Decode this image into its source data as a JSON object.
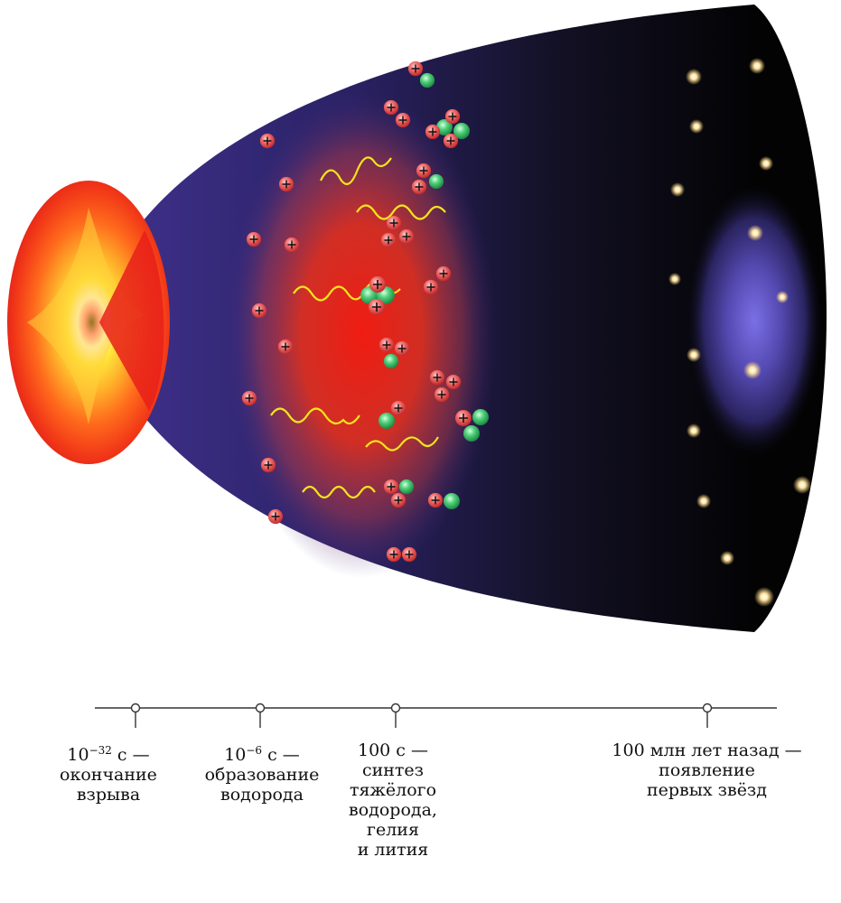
{
  "diagram": {
    "colors": {
      "background": "#ffffff",
      "cone_start": "#3c2f86",
      "cone_end": "#050507",
      "hot_core": "#e8221a",
      "proton": "#e84a4a",
      "neutron": "#2fb35c",
      "photon": "#f2e21c",
      "galaxy": "#6f63d8",
      "star": "#fff3c8",
      "axis": "#333333"
    },
    "icons": {
      "proton": "plus-sign-sphere",
      "neutron": "green-sphere",
      "photon": "wavy-line",
      "star": "glowing-dot",
      "explosion": "fiery-disc"
    }
  },
  "timeline": {
    "marks": [
      {
        "time_main": "10",
        "time_exp": "−32",
        "time_unit": " с —",
        "lines": [
          "окончание",
          "взрыва"
        ]
      },
      {
        "time_main": "10",
        "time_exp": "−6",
        "time_unit": " с —",
        "lines": [
          "образование",
          "водорода"
        ]
      },
      {
        "time_main": "100 с —",
        "time_exp": "",
        "time_unit": "",
        "lines": [
          "синтез",
          "тяжёлого",
          "водорода,",
          "гелия",
          "и лития"
        ]
      },
      {
        "time_main": "100 млн лет назад —",
        "time_exp": "",
        "time_unit": "",
        "lines": [
          "появление",
          "первых звёзд"
        ]
      }
    ]
  }
}
